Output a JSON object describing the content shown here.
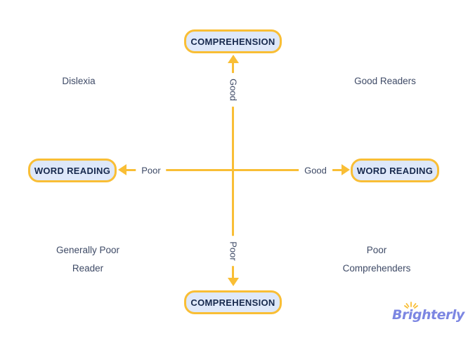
{
  "diagram": {
    "nodes": {
      "top": "COMPREHENSION",
      "bottom": "COMPREHENSION",
      "left": "WORD READING",
      "right": "WORD READING"
    },
    "axes": {
      "vertical_top_label": "Good",
      "vertical_bottom_label": "Poor",
      "horizontal_left_label": "Poor",
      "horizontal_right_label": "Good"
    },
    "quadrants": {
      "top_left": "Dislexia",
      "top_right": "Good Readers",
      "bottom_left": [
        "Generally Poor",
        "Reader"
      ],
      "bottom_right": [
        "Poor",
        "Comprehenders"
      ]
    }
  },
  "logo": {
    "text": "Brighterly"
  },
  "colors": {
    "accent_yellow": "#F9BE35",
    "node_fill": "#DEE8FA",
    "node_text": "#17294D",
    "caption_text": "#3E4A66",
    "logo_text": "#7C86E2",
    "background": "#FFFFFF"
  }
}
